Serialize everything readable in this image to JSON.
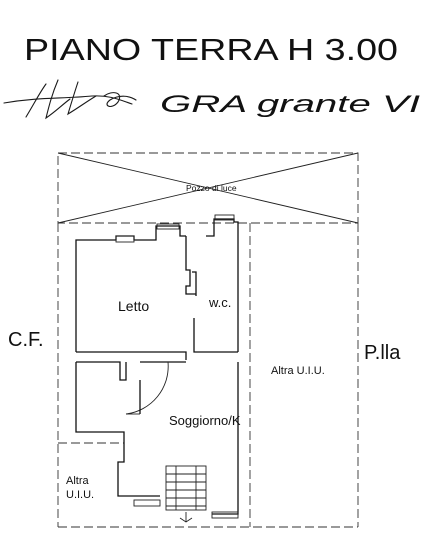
{
  "sheet": {
    "title": "PIANO TERRA H 3.00",
    "signature_text": "GRA grante VI"
  },
  "rooms": {
    "lightwell": "Pozzo di luce",
    "bedroom": "Letto",
    "wc": "w.c.",
    "living": "Soggiorno/K",
    "other_unit_right": "Altra U.I.U.",
    "other_unit_left_line1": "Altra",
    "other_unit_left_line2": "U.I.U."
  },
  "boundaries": {
    "left": "C.F.",
    "right": "P.lla"
  },
  "colors": {
    "ink": "#111111",
    "background": "#ffffff"
  }
}
